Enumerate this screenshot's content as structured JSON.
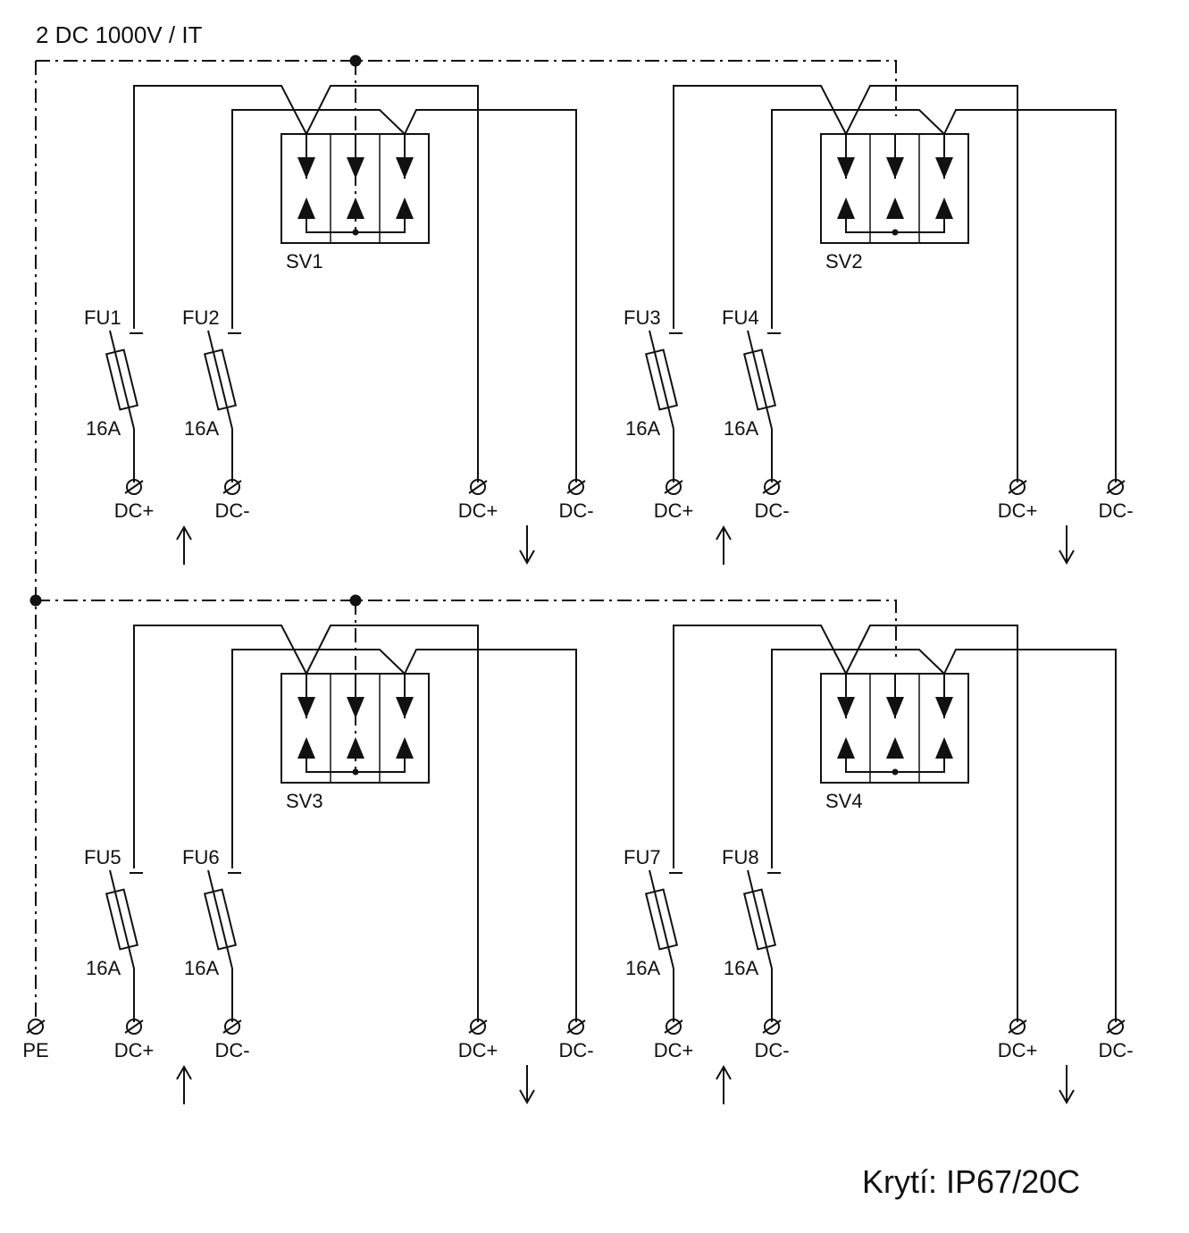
{
  "header": {
    "system_label": "2 DC 1000V / IT"
  },
  "footer": {
    "enclosure_rating": "Krytí: IP67/20C"
  },
  "pe_label": "PE",
  "units": [
    {
      "spd": "SV1",
      "fuse_a": "FU1",
      "fuse_b": "FU2",
      "rating_a": "16A",
      "rating_b": "16A",
      "in_plus": "DC+",
      "in_minus": "DC-",
      "out_plus": "DC+",
      "out_minus": "DC-"
    },
    {
      "spd": "SV2",
      "fuse_a": "FU3",
      "fuse_b": "FU4",
      "rating_a": "16A",
      "rating_b": "16A",
      "in_plus": "DC+",
      "in_minus": "DC-",
      "out_plus": "DC+",
      "out_minus": "DC-"
    },
    {
      "spd": "SV3",
      "fuse_a": "FU5",
      "fuse_b": "FU6",
      "rating_a": "16A",
      "rating_b": "16A",
      "in_plus": "DC+",
      "in_minus": "DC-",
      "out_plus": "DC+",
      "out_minus": "DC-"
    },
    {
      "spd": "SV4",
      "fuse_a": "FU7",
      "fuse_b": "FU8",
      "rating_a": "16A",
      "rating_b": "16A",
      "in_plus": "DC+",
      "in_minus": "DC-",
      "out_plus": "DC+",
      "out_minus": "DC-"
    }
  ]
}
